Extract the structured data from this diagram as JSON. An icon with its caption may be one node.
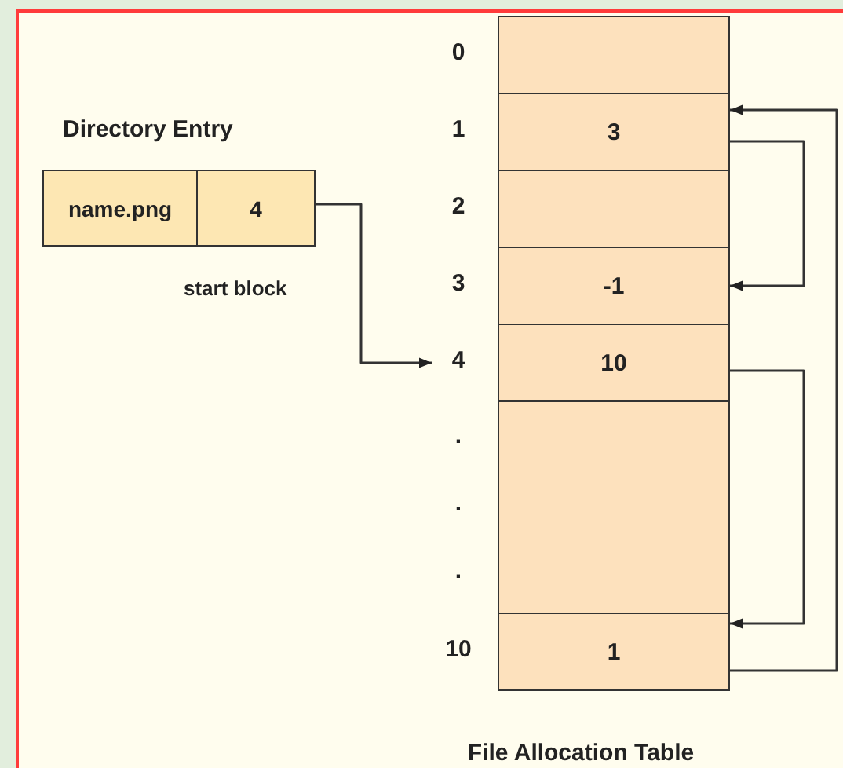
{
  "diagram": {
    "nodes": [
      {
        "text": [
          "name.png"
        ]
      },
      {
        "text": [
          "4"
        ],
        "beside": [
          "start block"
        ]
      },
      {
        "text": [
          "File Allocation Table"
        ]
      },
      {
        "text": [
          "0"
        ],
        "in": 2
      },
      {
        "text": [
          "1",
          "3"
        ],
        "in": 2
      },
      {
        "text": [
          "2"
        ],
        "in": 2
      },
      {
        "text": [
          "3",
          "-1"
        ],
        "in": 2
      },
      {
        "text": [
          "4",
          "10"
        ],
        "in": 2
      },
      {
        "text": [
          ".",
          ".",
          "."
        ],
        "in": 2
      },
      {
        "text": [
          "10",
          "1"
        ],
        "in": 2
      }
    ],
    "edges": [
      {
        "from": 1,
        "to": 7,
        "arrow": "to"
      },
      {
        "from": 4,
        "to": 6,
        "arrow": "to"
      },
      {
        "from": 7,
        "to": 9,
        "arrow": "to"
      },
      {
        "from": 9,
        "to": 4,
        "arrow": "to"
      }
    ],
    "labels": [
      "Directory Entry"
    ]
  }
}
